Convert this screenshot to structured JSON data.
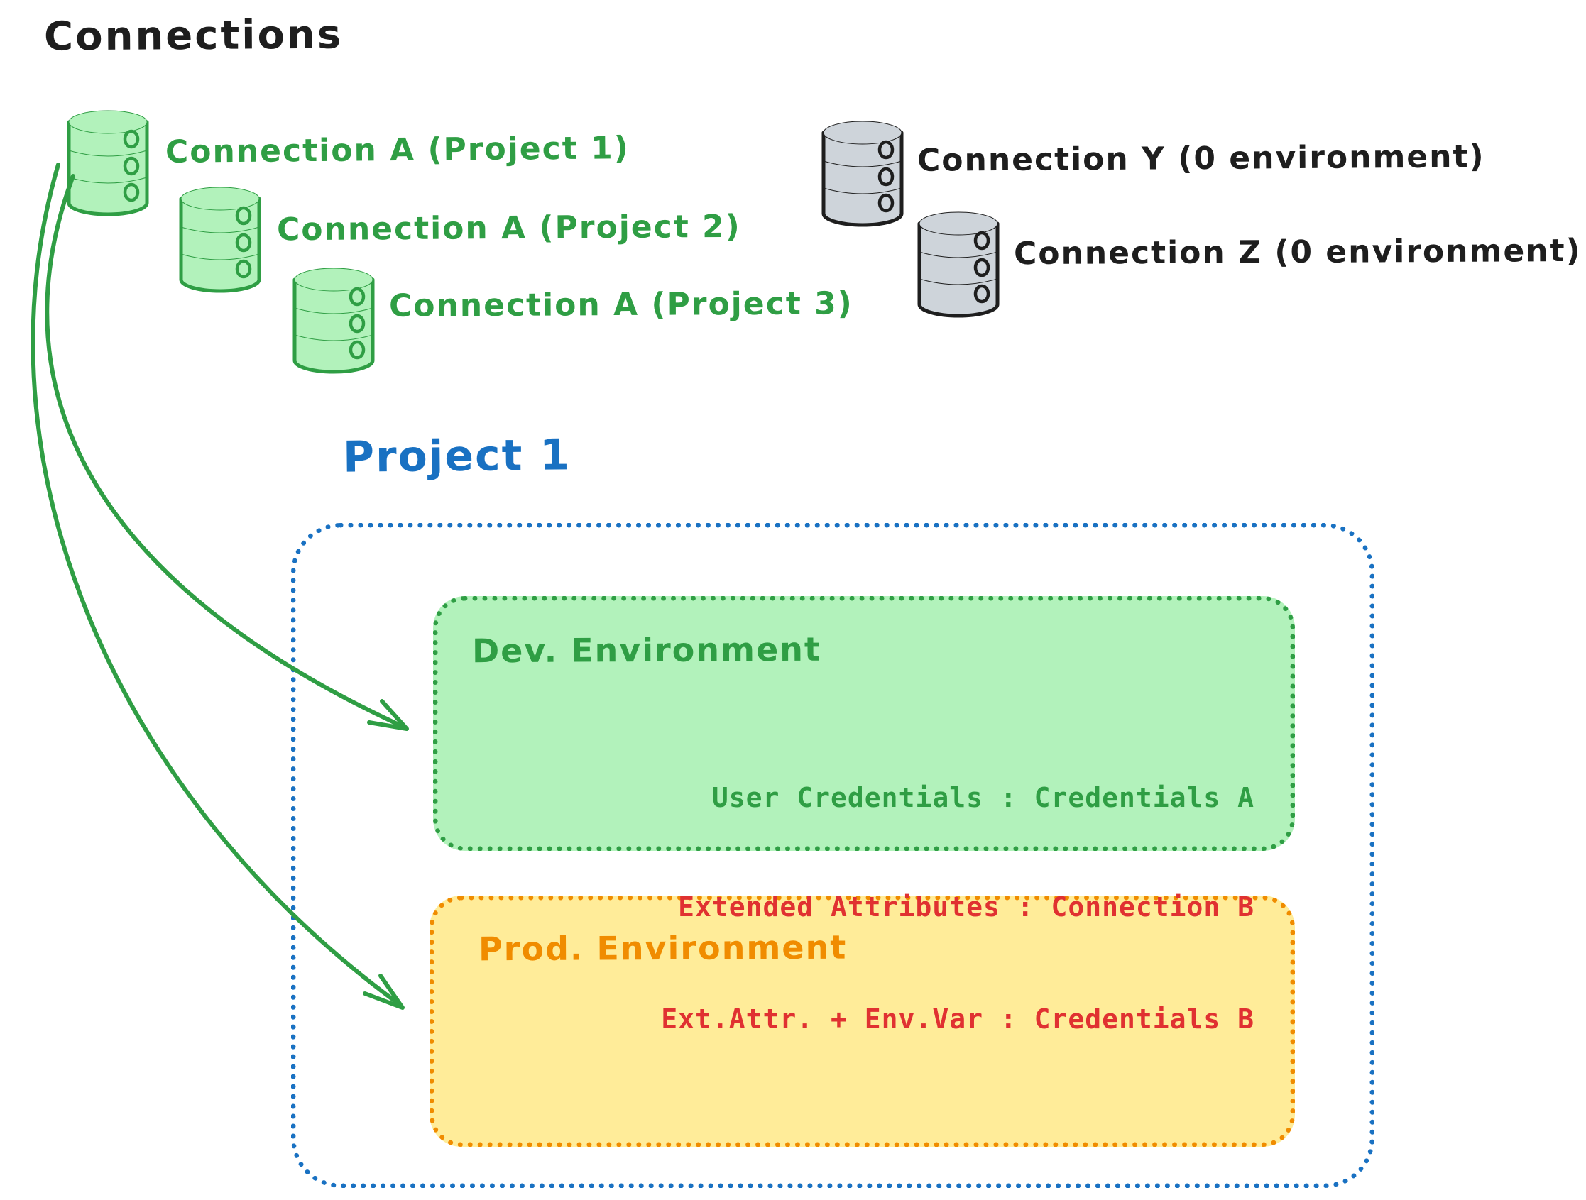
{
  "title": "Connections",
  "colors": {
    "green": "#2f9e44",
    "green_fill": "#b2f2bb",
    "gray_fill": "#ced4da",
    "ink": "#1e1e1e",
    "blue": "#1971c2",
    "orange": "#f08c00",
    "orange_fill": "#ffec99",
    "red": "#e03131"
  },
  "green_connections": [
    {
      "label": "Connection A (Project 1)"
    },
    {
      "label": "Connection A (Project 2)"
    },
    {
      "label": "Connection A (Project 3)"
    }
  ],
  "gray_connections": [
    {
      "label": "Connection Y (0 environment)"
    },
    {
      "label": "Connection Z (0 environment)"
    }
  ],
  "project": {
    "title": "Project 1",
    "dev_environment": {
      "title": "Dev. Environment",
      "note": "User Credentials : Credentials A"
    },
    "prod_environment": {
      "title": "Prod. Environment",
      "note_line1": "Extended Attributes : Connection B",
      "note_line2": "Ext.Attr. + Env.Var : Credentials B"
    }
  }
}
